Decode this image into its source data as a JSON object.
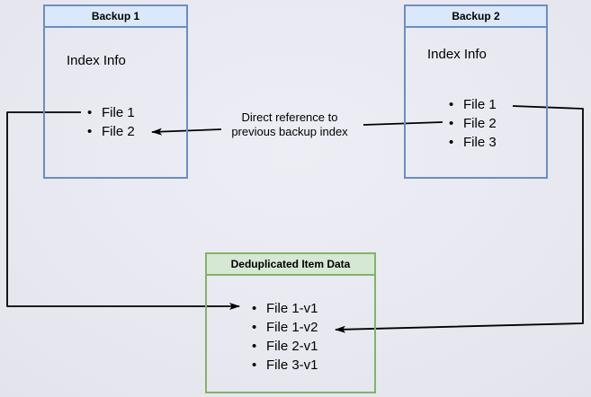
{
  "diagram": {
    "backup1": {
      "title": "Backup 1",
      "body_label": "Index Info",
      "files": [
        "File 1",
        "File 2"
      ]
    },
    "backup2": {
      "title": "Backup 2",
      "body_label": "Index Info",
      "files": [
        "File 1",
        "File 2",
        "File 3"
      ]
    },
    "dedup": {
      "title": "Deduplicated Item Data",
      "files": [
        "File 1-v1",
        "File 1-v2",
        "File 2-v1",
        "File 3-v1"
      ]
    },
    "edge_label": {
      "line1": "Direct reference to",
      "line2": "previous backup index"
    },
    "colors": {
      "canvas": "#e5e5ee",
      "blue_header_fill": "#dae8fc",
      "blue_border": "#6c8ebf",
      "green_header_fill": "#d5e8d4",
      "green_border": "#82b366",
      "connector": "#000000"
    }
  }
}
